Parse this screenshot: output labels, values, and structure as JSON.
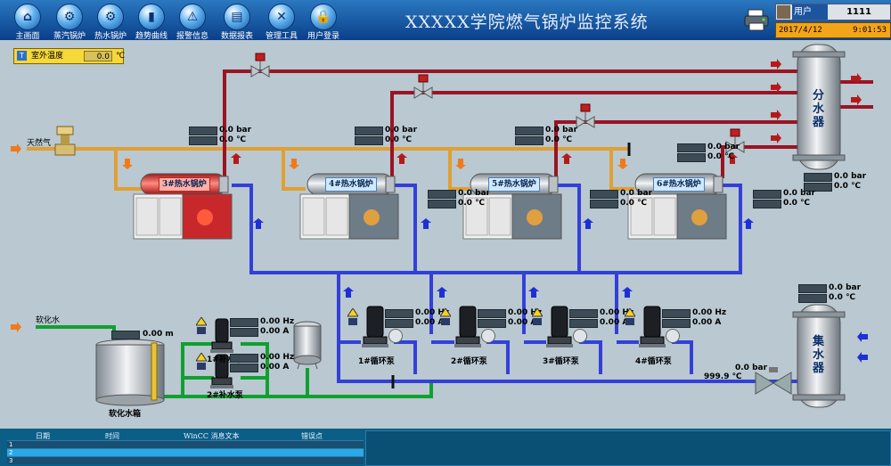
{
  "nav": [
    {
      "label": "主画面",
      "icon": "home-icon",
      "glyph": "⌂"
    },
    {
      "label": "蒸汽锅炉",
      "icon": "network-icon",
      "glyph": "⚙"
    },
    {
      "label": "热水锅炉",
      "icon": "network-icon",
      "glyph": "⚙"
    },
    {
      "label": "趋势曲线",
      "icon": "bar-chart-icon",
      "glyph": "▮"
    },
    {
      "label": "报警信息",
      "icon": "warning-icon",
      "glyph": "⚠"
    },
    {
      "label": "数据报表",
      "icon": "folder-icon",
      "glyph": "▤"
    },
    {
      "label": "管理工具",
      "icon": "tools-icon",
      "glyph": "✕"
    },
    {
      "label": "用户登录",
      "icon": "lock-icon",
      "glyph": "🔒"
    }
  ],
  "title": "XXXXX学院燃气锅炉监控系统",
  "user": {
    "label": "用户",
    "value": "1111"
  },
  "clock": {
    "date": "2017/4/12",
    "time": "9:01:53"
  },
  "outdoor": {
    "badge": "T",
    "label": "室外温度",
    "value": "0.0",
    "unit": "℃"
  },
  "labels": {
    "gas": "天然气",
    "soft_water": "软化水",
    "softener": "软化水箱",
    "tank_level": "0.00 m",
    "distributor": "分水器",
    "collector": "集水器",
    "collector_pressure": "0.0 bar",
    "collector_temp": "999.9 ℃"
  },
  "boilers": [
    {
      "name": "3#热水锅炉",
      "state": "hot"
    },
    {
      "name": "4#热水锅炉",
      "state": "normal"
    },
    {
      "name": "5#热水锅炉",
      "state": "normal"
    },
    {
      "name": "6#热水锅炉",
      "state": "normal"
    }
  ],
  "readings": {
    "bar": "0.0 bar",
    "c": "0.0 ℃",
    "hz": "0.00 Hz",
    "a": "0.00 A"
  },
  "pumps": [
    {
      "name": "1#补水泵"
    },
    {
      "name": "2#补水泵"
    },
    {
      "name": "1#循环泵"
    },
    {
      "name": "2#循环泵"
    },
    {
      "name": "3#循环泵"
    },
    {
      "name": "4#循环泵"
    }
  ],
  "alarm": {
    "cols": [
      "日期",
      "时间",
      "WinCC 消息文本",
      "错误点"
    ],
    "rows": [
      "1",
      "2",
      "3"
    ]
  }
}
